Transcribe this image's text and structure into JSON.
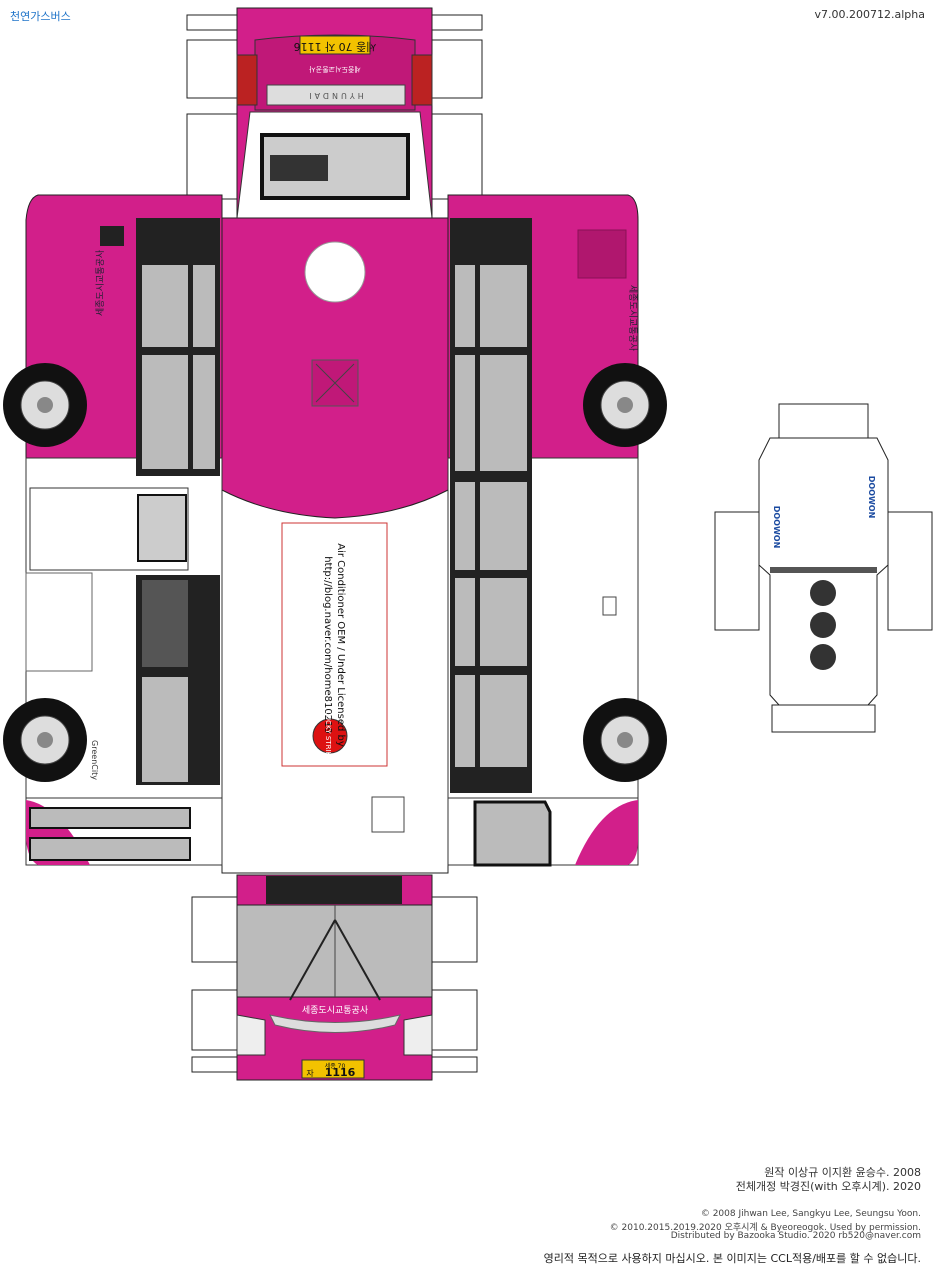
{
  "header": {
    "title": "천연가스버스",
    "version": "v7.00.200712.alpha"
  },
  "bus": {
    "body_color": "#d21f8a",
    "plate_rear": "세종 70 자 1116",
    "plate_front_top": "세종 70",
    "plate_front_prefix": "자",
    "plate_front_number": "1116",
    "operator": "세종도시교통공사",
    "brand": "HYUNDAI",
    "model": "GreenCity",
    "ac_brand": "DOOWON",
    "roof_notice_line1": "Air Conditioner OEM / Under Licensed by",
    "roof_notice_line2": "http://blog.naver.com/home810219",
    "roof_logo": "LUCKY STRIKE"
  },
  "credits": {
    "original": "원작 이상규 이지환 윤승수. 2008",
    "remake": "전체개정 박경진(with 오후시계). 2020",
    "copyright1": "© 2008 Jihwan Lee, Sangkyu Lee, Seungsu Yoon.",
    "copyright2": "© 2010.2015.2019.2020 오후시계 & Byeoreogok. Used by permission.",
    "distributed": "Distributed by Bazooka Studio. 2020  rb520@naver.com",
    "notice": "영리적 목적으로 사용하지 마십시오.   본 이미지는 CCL적용/배포를 할 수 없습니다."
  }
}
